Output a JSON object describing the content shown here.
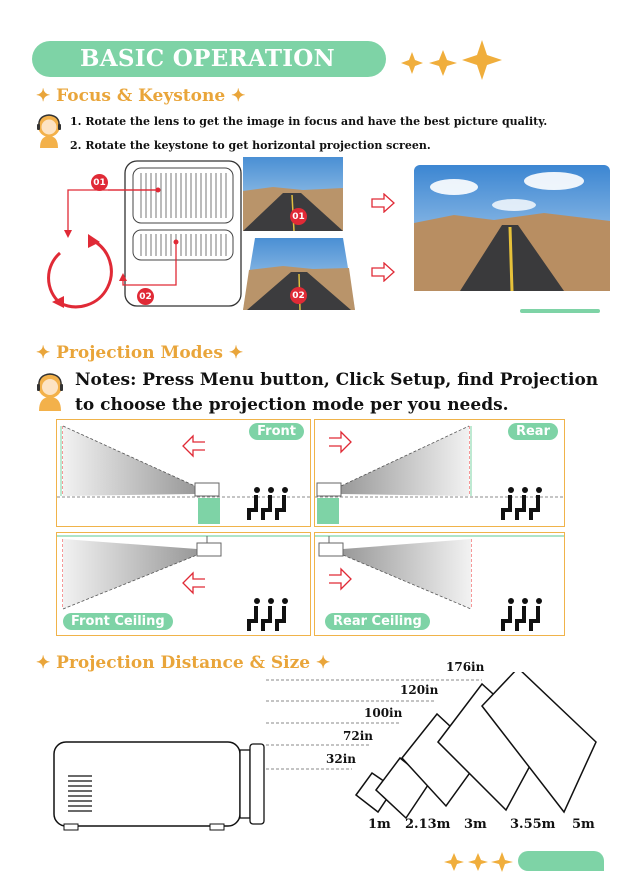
{
  "header": {
    "title": "BASIC OPERATION"
  },
  "focus": {
    "title": "Focus & Keystone",
    "steps": [
      "1. Rotate the lens to get the image in focus and have the best picture quality.",
      "2. Rotate the keystone to get horizontal projection screen."
    ],
    "badges": [
      "01",
      "02"
    ]
  },
  "modes": {
    "title": "Projection Modes",
    "note_line1": "Notes: Press Menu button, Click Setup, find Projection",
    "note_line2": "to choose the projection mode per you needs.",
    "labels": {
      "front": "Front",
      "rear": "Rear",
      "front_ceiling": "Front Ceiling",
      "rear_ceiling": "Rear Ceiling"
    }
  },
  "distance": {
    "title": "Projection Distance & Size",
    "sizes": [
      "176in",
      "120in",
      "100in",
      "72in",
      "32in"
    ],
    "distances": [
      "1m",
      "2.13m",
      "3m",
      "3.55m",
      "5m"
    ]
  },
  "colors": {
    "accent_green": "#7ed3a6",
    "accent_orange": "#e9a53a",
    "badge_red": "#e02a36"
  }
}
